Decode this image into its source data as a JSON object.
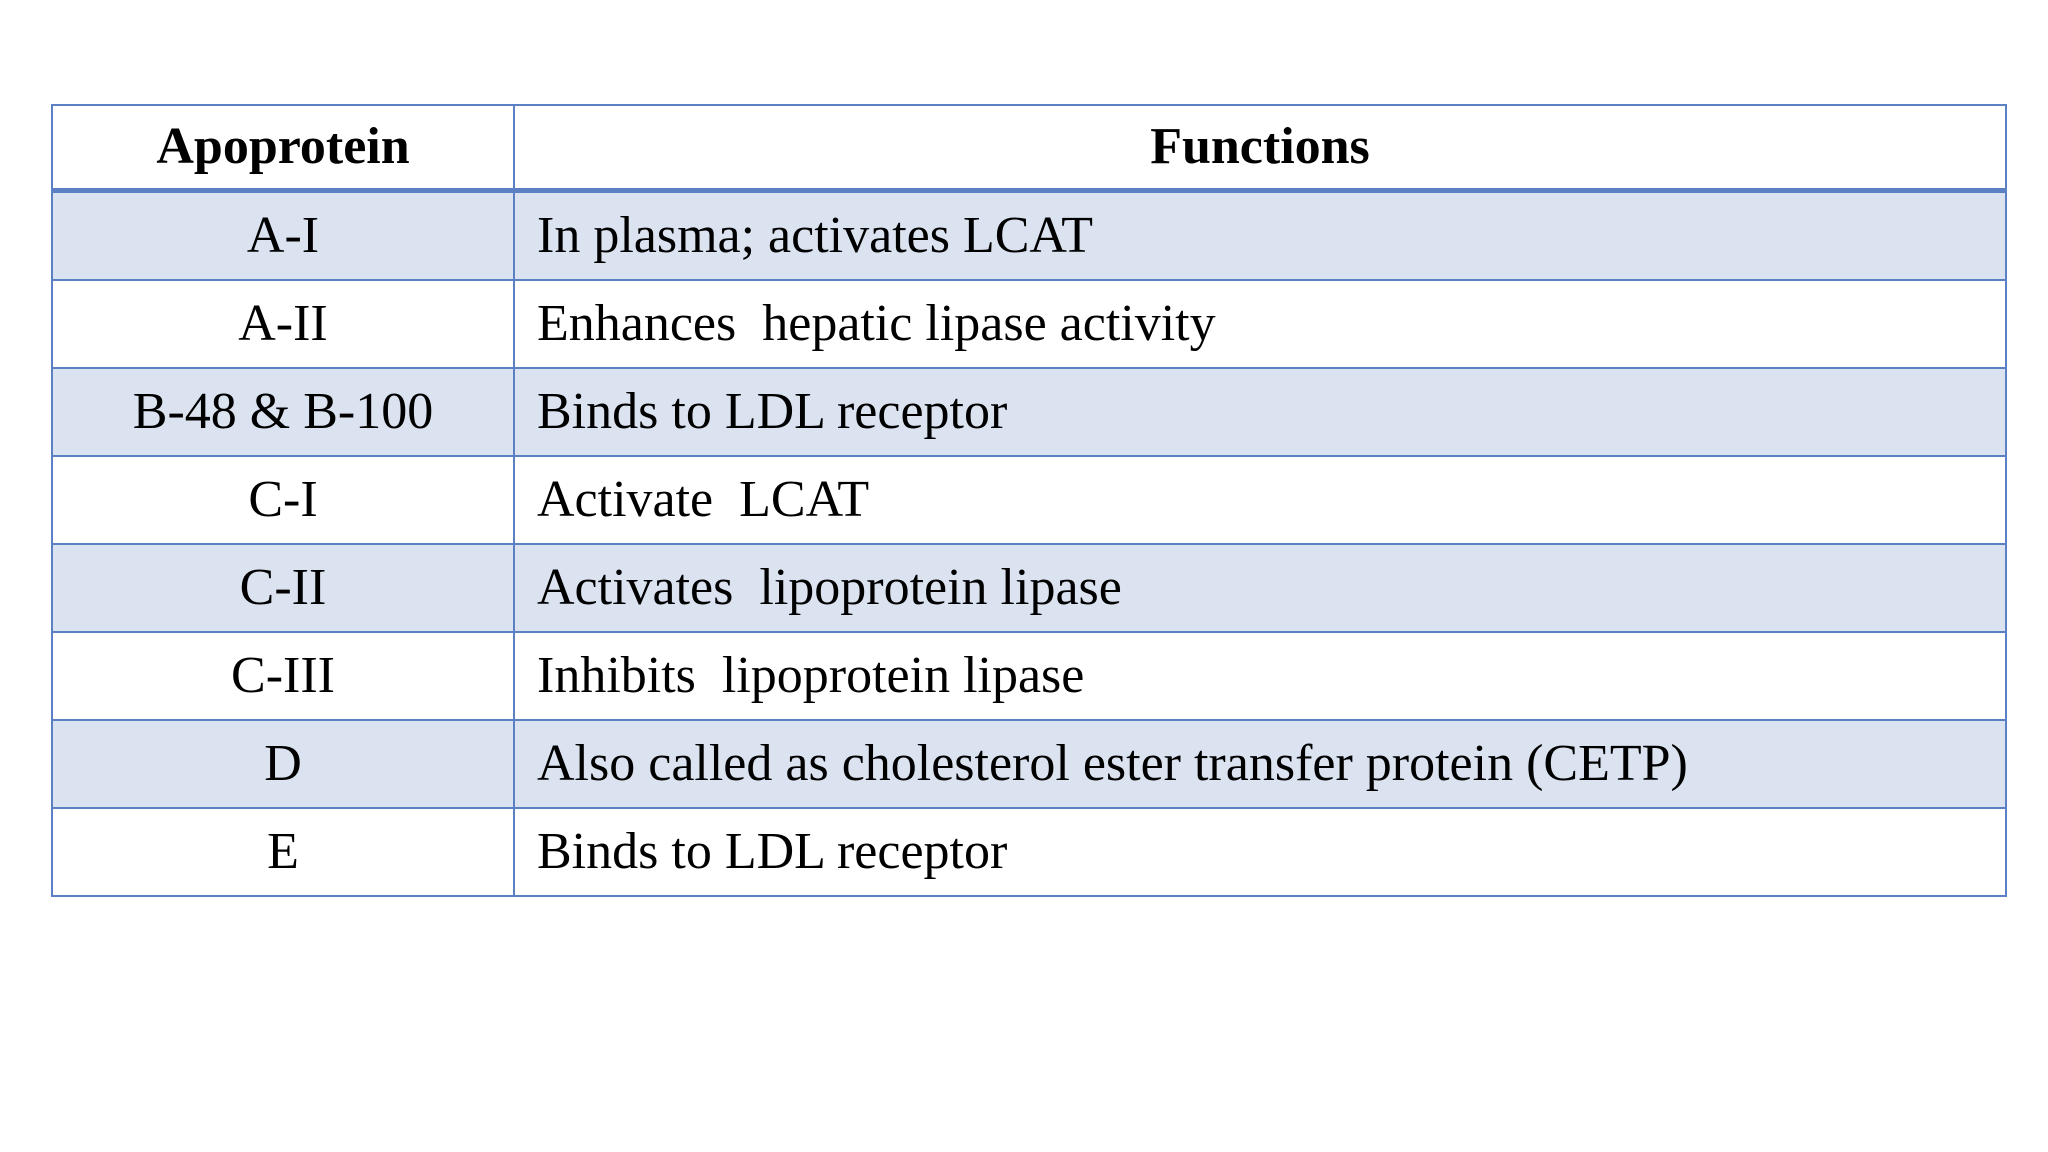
{
  "table": {
    "headers": {
      "apoprotein": "Apoprotein",
      "functions": "Functions"
    },
    "rows": [
      {
        "apoprotein": "A-I",
        "function": "In plasma; activates LCAT"
      },
      {
        "apoprotein": "A-II",
        "function": "Enhances  hepatic lipase activity"
      },
      {
        "apoprotein": "B-48 & B-100",
        "function": "Binds to LDL receptor"
      },
      {
        "apoprotein": "C-I",
        "function": "Activate  LCAT"
      },
      {
        "apoprotein": "C-II",
        "function": "Activates  lipoprotein lipase"
      },
      {
        "apoprotein": "C-III",
        "function": "Inhibits  lipoprotein lipase"
      },
      {
        "apoprotein": "D",
        "function": "Also called as cholesterol ester transfer protein (CETP)"
      },
      {
        "apoprotein": "E",
        "function": "Binds to LDL receptor"
      }
    ]
  },
  "colors": {
    "border": "#5b80c4",
    "shaded_row": "#dbe3f0",
    "plain_row": "#ffffff",
    "text": "#000000"
  }
}
